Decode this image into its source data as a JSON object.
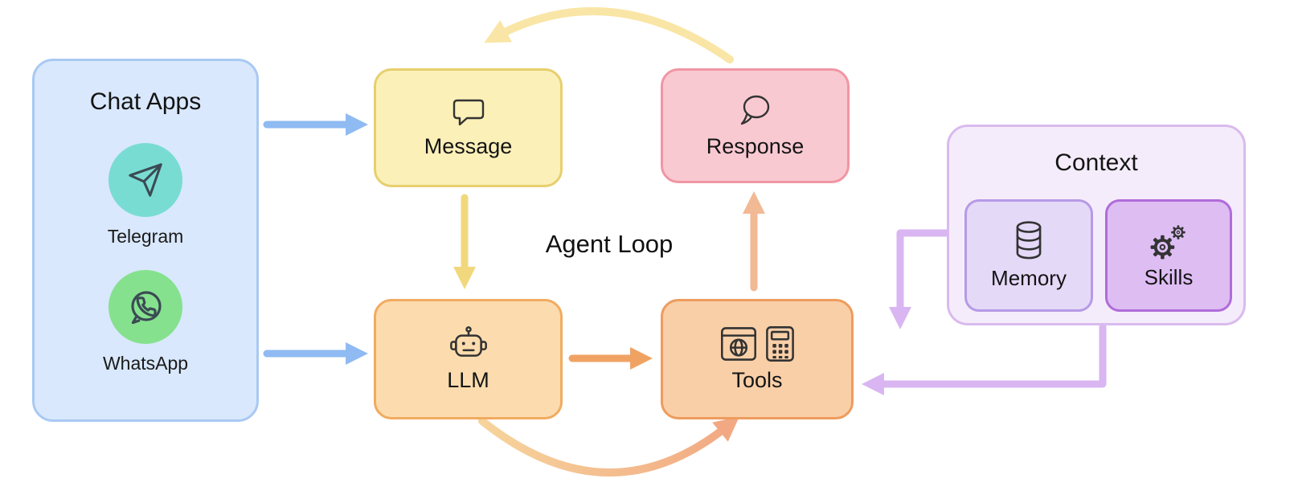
{
  "title": "Agent Loop",
  "nodes": {
    "chat_apps": {
      "label": "Chat Apps",
      "items": [
        {
          "label": "Telegram",
          "icon": "telegram-icon",
          "color": "#79dcd2"
        },
        {
          "label": "WhatsApp",
          "icon": "whatsapp-icon",
          "color": "#86e18e"
        }
      ]
    },
    "message": {
      "label": "Message",
      "icon": "speech-bubble-square-icon"
    },
    "response": {
      "label": "Response",
      "icon": "speech-bubble-round-icon"
    },
    "llm": {
      "label": "LLM",
      "icon": "robot-icon"
    },
    "tools": {
      "label": "Tools",
      "icons": [
        "browser-globe-icon",
        "calculator-icon"
      ]
    },
    "context": {
      "label": "Context",
      "children": [
        {
          "label": "Memory",
          "icon": "database-icon"
        },
        {
          "label": "Skills",
          "icon": "gears-icon"
        }
      ]
    }
  },
  "edges": [
    {
      "from": "chat_apps",
      "to": "message",
      "style": "straight",
      "color": "#8fbaf2"
    },
    {
      "from": "chat_apps",
      "to": "llm",
      "style": "straight",
      "color": "#8fbaf2"
    },
    {
      "from": "message",
      "to": "llm",
      "style": "straight",
      "color": "#f2d87d"
    },
    {
      "from": "llm",
      "to": "tools",
      "style": "straight",
      "color": "#f0a263"
    },
    {
      "from": "tools",
      "to": "response",
      "style": "straight",
      "color": "#f2b995"
    },
    {
      "from": "response",
      "to": "message",
      "style": "curved-top",
      "color": "#f9e6a6"
    },
    {
      "from": "llm",
      "to": "tools",
      "style": "curved-bottom",
      "color": "#f2a983"
    },
    {
      "from": "context",
      "to": "tools",
      "style": "elbow-down",
      "color": "#d9b6f2"
    },
    {
      "from": "context",
      "to": "tools",
      "style": "elbow-left",
      "color": "#d9b6f2"
    }
  ],
  "colors": {
    "chat_apps_fill": "#d9e8fc",
    "chat_apps_border": "#a9c9f3",
    "message_fill": "#fbf0b8",
    "message_border": "#e7cf6e",
    "response_fill": "#f9c9d2",
    "response_border": "#f096a3",
    "llm_fill": "#fcdcae",
    "llm_border": "#f1ab60",
    "tools_fill": "#f9cfa8",
    "tools_border": "#ee9c5d",
    "context_fill": "#f5ecfb",
    "context_border": "#d9baed",
    "memory_fill": "#e5d9f8",
    "memory_border": "#b69ae6",
    "skills_fill": "#debdf3",
    "skills_border": "#b06cd9",
    "icon_stroke": "#333333"
  }
}
